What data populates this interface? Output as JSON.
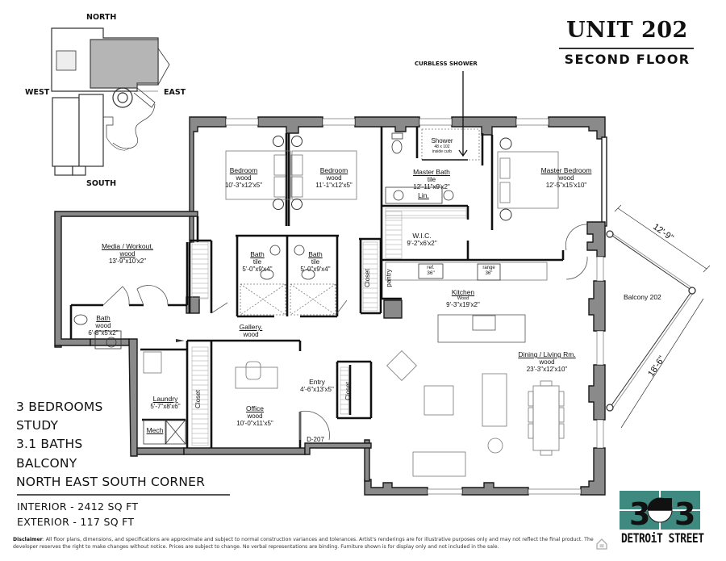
{
  "header": {
    "unit_title": "UNIT 202",
    "floor_label": "SECOND FLOOR"
  },
  "keyplan": {
    "north": "NORTH",
    "south": "SOUTH",
    "east": "EAST",
    "west": "WEST"
  },
  "callouts": {
    "curbless_shower": "CURBLESS SHOWER"
  },
  "rooms": {
    "bedroom_1": {
      "name": "Bedroom",
      "floor": "wood",
      "size": "10'-3\"x12'x5\""
    },
    "bedroom_2": {
      "name": "Bedroom",
      "floor": "wood",
      "size": "11'-1\"x12'x5\""
    },
    "master_bath": {
      "name": "Master Bath",
      "floor": "tile",
      "size": "12'-11\"x9'x2\""
    },
    "shower": {
      "name": "Shower",
      "note1": "48 x 102",
      "note2": "inside curb"
    },
    "linen": {
      "name": "Lin."
    },
    "master_bedroom": {
      "name": "Master Bedroom",
      "floor": "wood",
      "size": "12'-5\"x15'x10\""
    },
    "wic": {
      "name": "W.I.C.",
      "size": "9'-2\"x6'x2\""
    },
    "media": {
      "name": "Media / Workout.",
      "floor": "wood",
      "size": "13'-9\"x10'x2\""
    },
    "bath_1": {
      "name": "Bath",
      "floor": "tile",
      "size": "5'-0\"x9'x4\""
    },
    "bath_2": {
      "name": "Bath",
      "floor": "tile",
      "size": "5'-0\"x9'x4\""
    },
    "bath_half": {
      "name": "Bath",
      "floor": "wood",
      "size": "6'-8\"x5'x2\""
    },
    "gallery": {
      "name": "Gallery.",
      "floor": "wood"
    },
    "closet_gallery": {
      "name": "Closet"
    },
    "pantry": {
      "name": "pantry"
    },
    "kitchen": {
      "name": "Kitchen",
      "floor": "Wood",
      "size": "9'-3\"x19'x2\"",
      "ref": "ref.",
      "ref_size": "36\"",
      "range": "range",
      "range_size": "36\""
    },
    "laundry": {
      "name": "Laundry",
      "size": "5'-7\"x8'x6\""
    },
    "mech": {
      "name": "Mech"
    },
    "closet_office": {
      "name": "Closet"
    },
    "office": {
      "name": "Office",
      "floor": "wood",
      "size": "10'-0\"x11'x5\""
    },
    "entry": {
      "name": "Entry",
      "size": "4'-6\"x13'x5\""
    },
    "closet_entry": {
      "name": "Closet"
    },
    "door_tag": {
      "name": "D-207"
    },
    "dining_living": {
      "name": "Dining / Living Rm.",
      "floor": "wood",
      "size": "23'-3\"x12'x10\""
    },
    "balcony": {
      "name": "Balcony 202",
      "dim_1": "12'-9\"",
      "dim_2": "18'-6\""
    }
  },
  "features": {
    "items": [
      "3 BEDROOMS",
      "STUDY",
      "3.1 BATHS",
      "BALCONY",
      "NORTH EAST SOUTH CORNER"
    ],
    "interior": "INTERIOR - 2412 SQ FT",
    "exterior": "EXTERIOR - 117 SQ FT"
  },
  "logo": {
    "digits_left": "3",
    "digits_right": "3",
    "text": "DETROiT STREET",
    "color": "#3f8a80"
  },
  "disclaimer": {
    "label": "Disclaimer",
    "text": ": All floor plans, dimensions, and specifications are approximate and subject to normal construction variances and tolerances. Artist's renderings are for illustrative purposes only and may not reflect the final product. The developer reserves the right to make changes without notice. Prices are subject to change. No verbal representations are binding. Furniture shown is for display only and not included in the sale."
  },
  "colors": {
    "wall_fill": "#8a8a8a",
    "wall_stroke": "#1a1a1a",
    "keyplan_highlight": "#b5b5b5",
    "logo_teal": "#3f8a80"
  }
}
